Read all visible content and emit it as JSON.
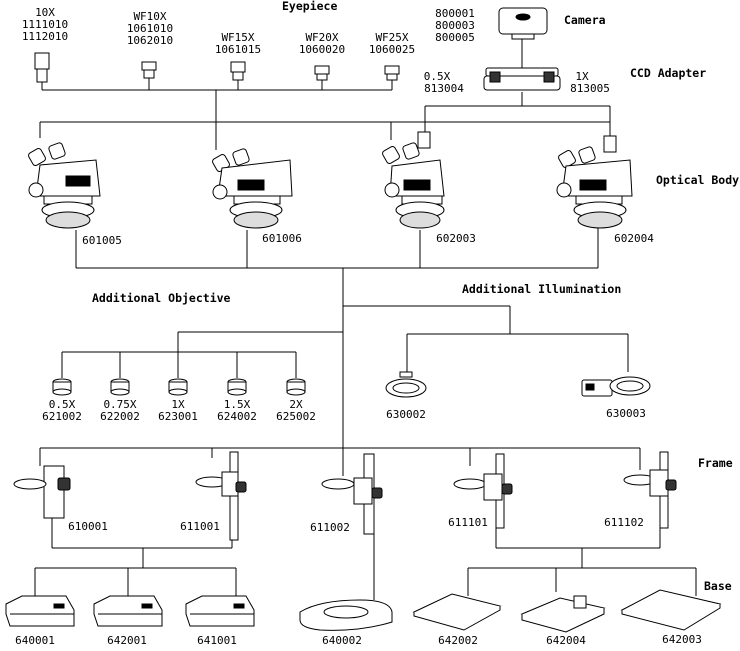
{
  "sections": {
    "eyepiece": "Eyepiece",
    "camera": "Camera",
    "ccd_adapter": "CCD Adapter",
    "optical_body": "Optical Body",
    "additional_objective": "Additional Objective",
    "additional_illumination": "Additional Illumination",
    "frame": "Frame",
    "base": "Base"
  },
  "eyepieces": [
    {
      "name": "10X",
      "codes": "1111010\n1112010"
    },
    {
      "name": "WF10X",
      "codes": "1061010\n1062010"
    },
    {
      "name": "WF15X",
      "codes": "1061015"
    },
    {
      "name": "WF20X",
      "codes": "1060020"
    },
    {
      "name": "WF25X",
      "codes": "1060025"
    }
  ],
  "camera": {
    "codes": "800001\n800003\n800005"
  },
  "ccd_adapters": [
    {
      "name": "0.5X",
      "code": "813004"
    },
    {
      "name": "1X",
      "code": "813005"
    }
  ],
  "optical_bodies": [
    "601005",
    "601006",
    "602003",
    "602004"
  ],
  "objectives": [
    {
      "name": "0.5X",
      "code": "621002"
    },
    {
      "name": "0.75X",
      "code": "622002"
    },
    {
      "name": "1X",
      "code": "623001"
    },
    {
      "name": "1.5X",
      "code": "624002"
    },
    {
      "name": "2X",
      "code": "625002"
    }
  ],
  "illumination": [
    "630002",
    "630003"
  ],
  "frames": [
    "610001",
    "611001",
    "611002",
    "611101",
    "611102"
  ],
  "bases": [
    "640001",
    "642001",
    "641001",
    "640002",
    "642002",
    "642004",
    "642003"
  ]
}
